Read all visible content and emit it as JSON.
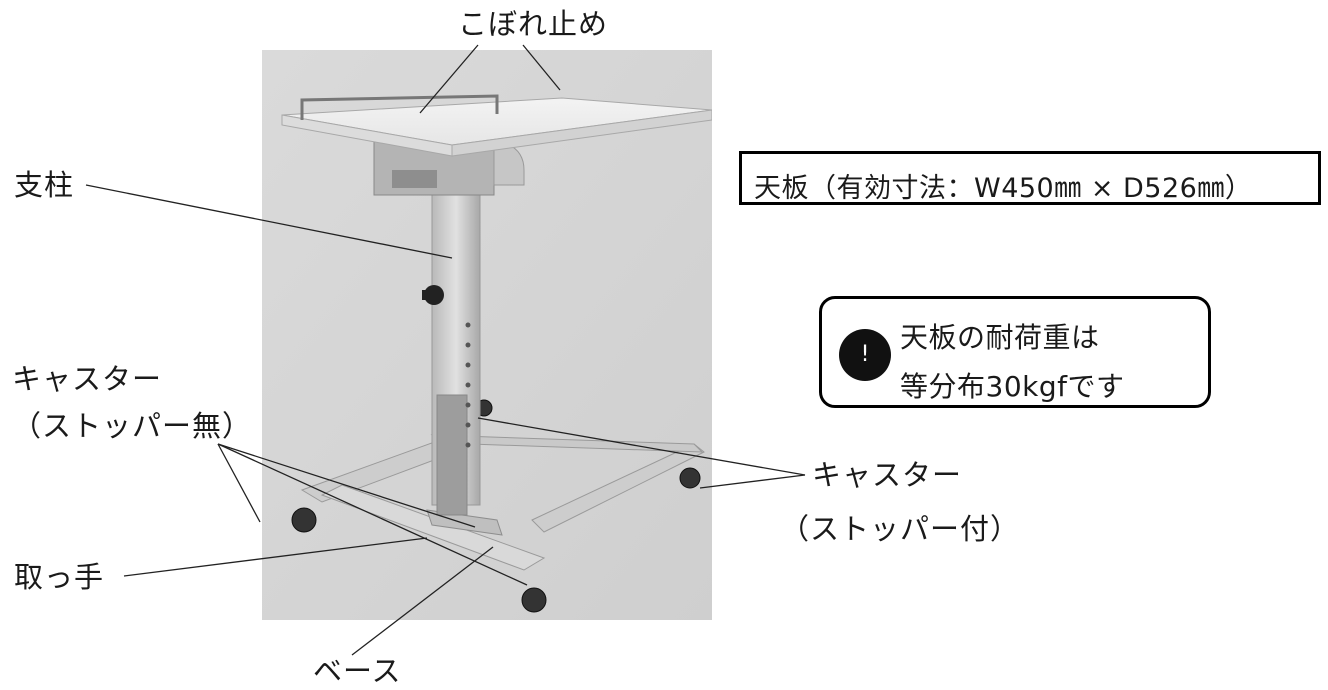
{
  "labels": {
    "spill_guard": "こぼれ止め",
    "column": "支柱",
    "caster_no_stopper_line1": "キャスター",
    "caster_no_stopper_line2": "（ストッパー無）",
    "caster_stopper_line1": "キャスター",
    "caster_stopper_line2": "（ストッパー付）",
    "handle": "取っ手",
    "base": "ベース"
  },
  "top_plate_box": {
    "text": "天板（有効寸法：W450㎜ × D526㎜）"
  },
  "notice": {
    "icon": "exclamation-icon",
    "icon_glyph": "!",
    "line1": "天板の耐荷重は",
    "line2": "等分布30kgfです"
  },
  "colors": {
    "line": "#222222",
    "box_border": "#000000",
    "icon_bg": "#111111"
  }
}
